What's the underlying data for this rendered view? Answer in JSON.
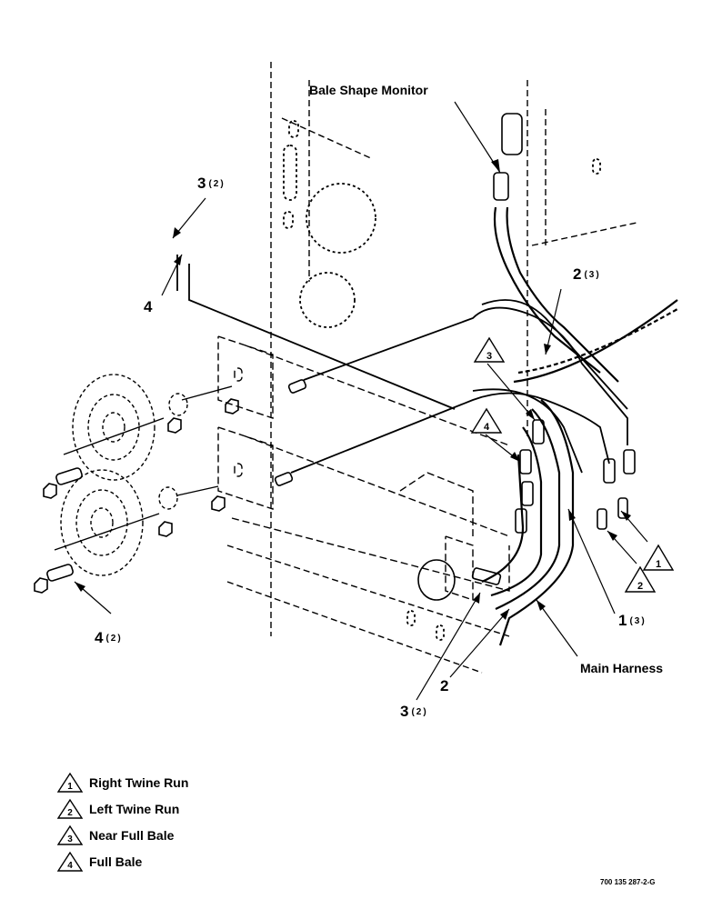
{
  "callouts": {
    "bale_shape_monitor": "Bale Shape Monitor",
    "main_harness": "Main Harness",
    "c_3a": {
      "num": "3",
      "qty": "(2)"
    },
    "c_4a": {
      "num": "4"
    },
    "c_2a": {
      "num": "2",
      "qty": "(3)"
    },
    "c_4b": {
      "num": "4",
      "qty": "(2)"
    },
    "c_1": {
      "num": "1",
      "qty": "(3)"
    },
    "c_2b": {
      "num": "2"
    },
    "c_3b": {
      "num": "3",
      "qty": "(2)"
    }
  },
  "flags": [
    "3",
    "4",
    "1",
    "2"
  ],
  "legend": [
    {
      "flag": "1",
      "text": "Right Twine Run"
    },
    {
      "flag": "2",
      "text": "Left Twine Run"
    },
    {
      "flag": "3",
      "text": "Near Full Bale"
    },
    {
      "flag": "4",
      "text": "Full Bale"
    }
  ],
  "figure_id": "700 135 287-2-G"
}
